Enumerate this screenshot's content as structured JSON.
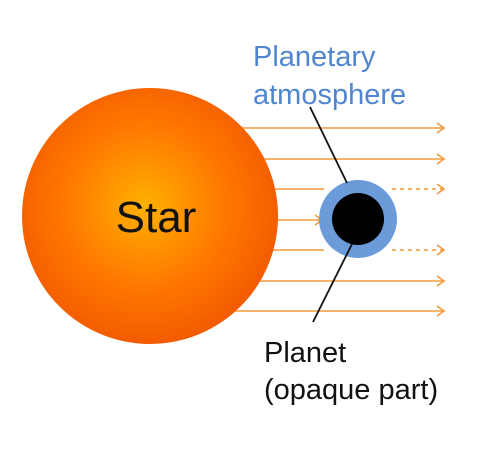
{
  "labels": {
    "star": "Star",
    "atmosphere_line1": "Planetary",
    "atmosphere_line2": "atmosphere",
    "planet_line1": "Planet",
    "planet_line2": "(opaque part)"
  },
  "colors": {
    "star_center": "#ffb000",
    "star_mid": "#ff7a00",
    "star_edge": "#f25a00",
    "ray": "#f29a3c",
    "atmosphere": "#6b9bd8",
    "atmosphere_label": "#4f86cf",
    "planet_core": "#000000",
    "leader_line": "#111111"
  },
  "rays": [
    {
      "kind": "passes"
    },
    {
      "kind": "passes"
    },
    {
      "kind": "filtered"
    },
    {
      "kind": "blocked"
    },
    {
      "kind": "filtered"
    },
    {
      "kind": "passes"
    },
    {
      "kind": "passes"
    }
  ]
}
